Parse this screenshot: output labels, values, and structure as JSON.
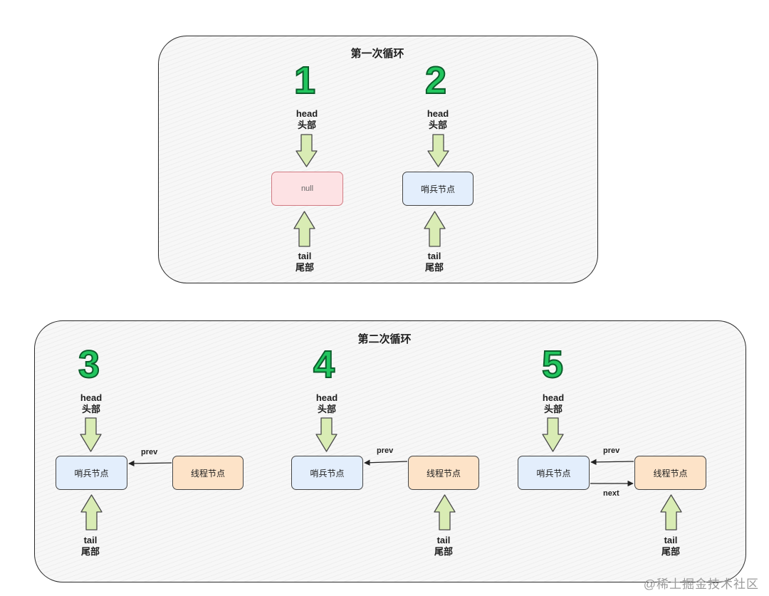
{
  "panels": {
    "first": {
      "title": "第一次循环"
    },
    "second": {
      "title": "第二次循环"
    }
  },
  "steps": {
    "s1": {
      "num": "1",
      "head_en": "head",
      "head_zh": "头部",
      "tail_en": "tail",
      "tail_zh": "尾部",
      "node": "null"
    },
    "s2": {
      "num": "2",
      "head_en": "head",
      "head_zh": "头部",
      "tail_en": "tail",
      "tail_zh": "尾部",
      "node": "哨兵节点"
    },
    "s3": {
      "num": "3",
      "head_en": "head",
      "head_zh": "头部",
      "tail_en": "tail",
      "tail_zh": "尾部",
      "sentinel": "哨兵节点",
      "thread": "线程节点",
      "prev": "prev"
    },
    "s4": {
      "num": "4",
      "head_en": "head",
      "head_zh": "头部",
      "tail_en": "tail",
      "tail_zh": "尾部",
      "sentinel": "哨兵节点",
      "thread": "线程节点",
      "prev": "prev"
    },
    "s5": {
      "num": "5",
      "head_en": "head",
      "head_zh": "头部",
      "tail_en": "tail",
      "tail_zh": "尾部",
      "sentinel": "哨兵节点",
      "thread": "线程节点",
      "prev": "prev",
      "next": "next"
    }
  },
  "colors": {
    "step_number": "#22c55e",
    "arrow_fill": "#d9ecb4",
    "null_node": "#fde2e4",
    "sentinel_node": "#e3eefc",
    "thread_node": "#fde3c8"
  },
  "watermark": "@稀土掘金技术社区"
}
